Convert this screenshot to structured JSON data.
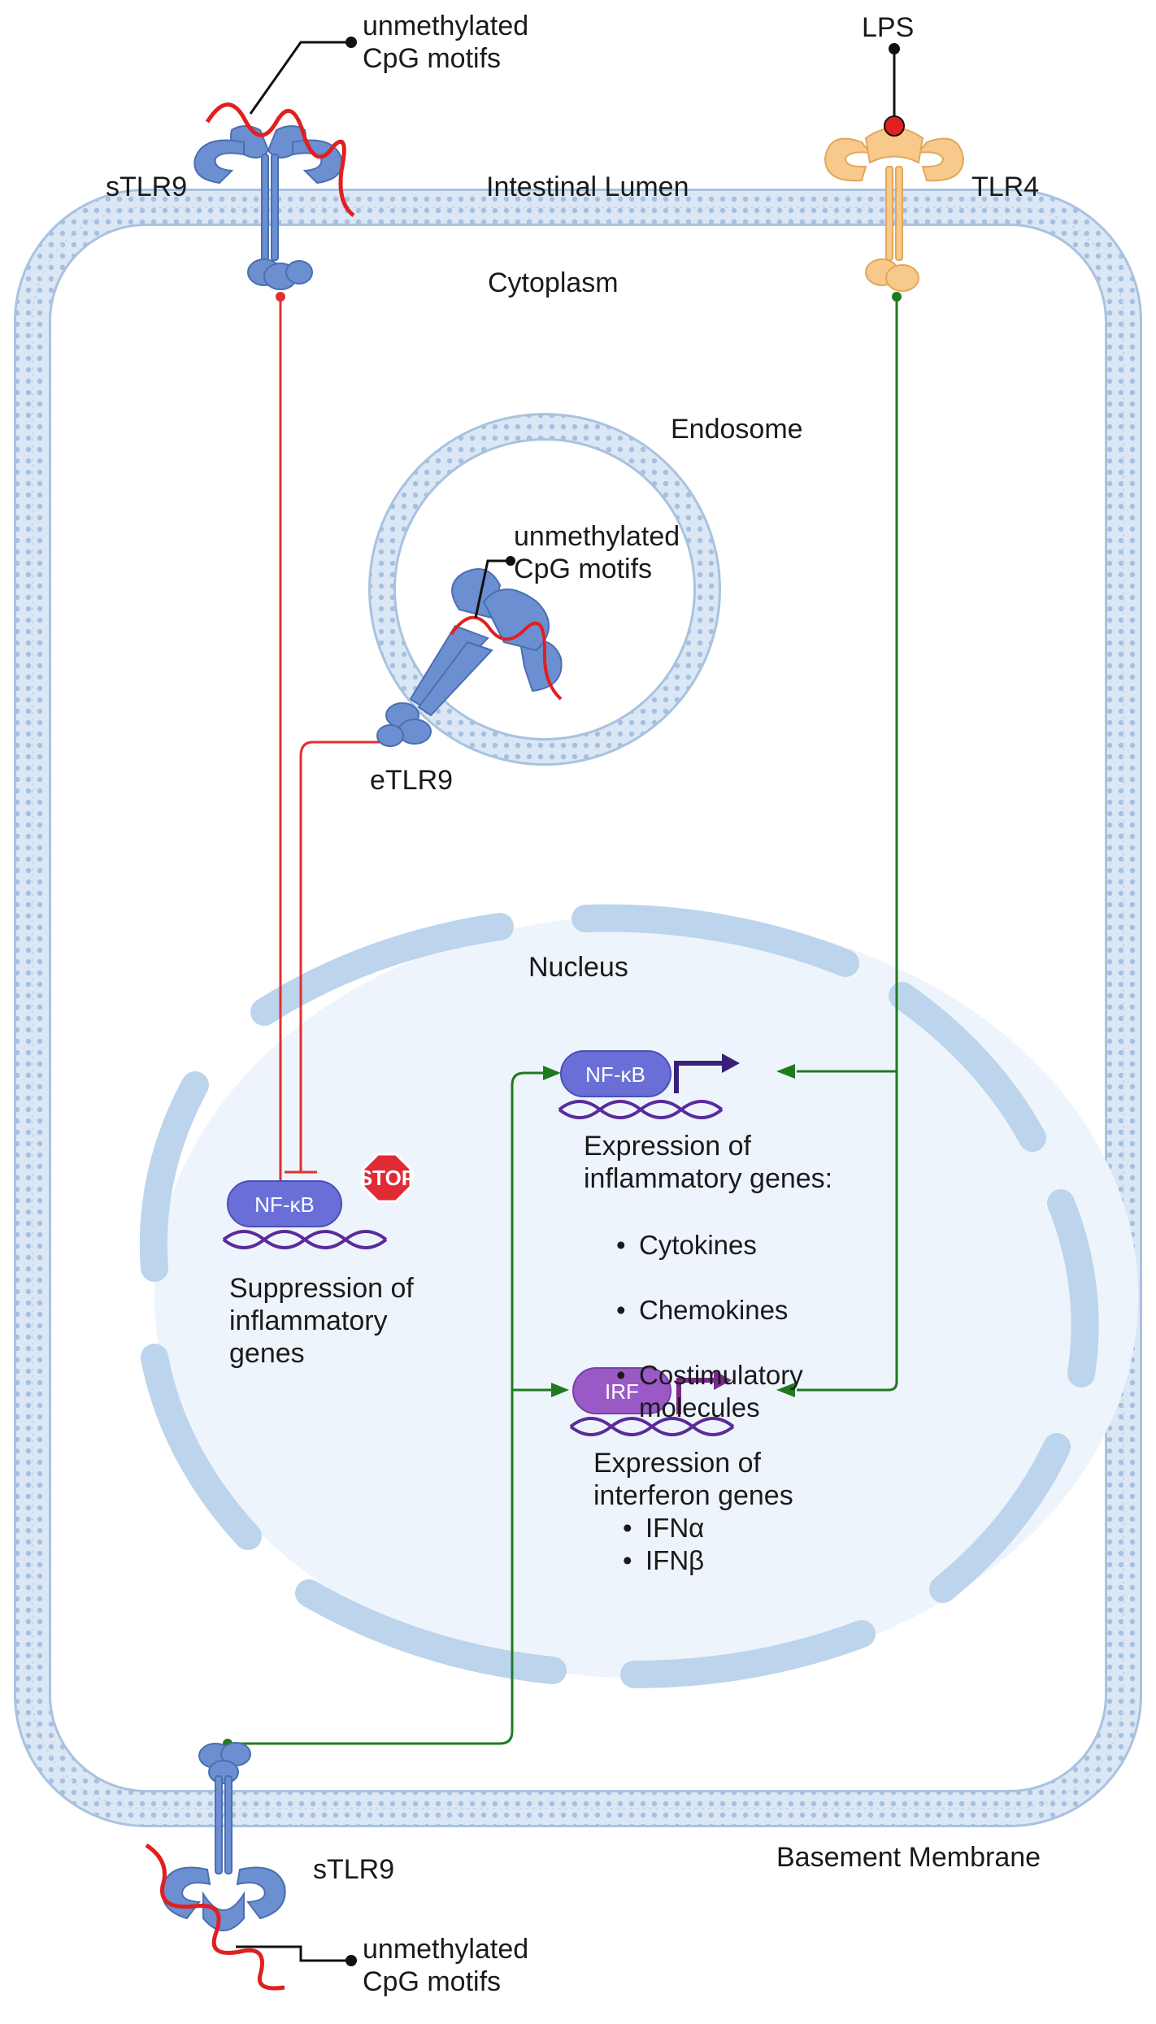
{
  "labels": {
    "cpg_top": "unmethylated\nCpG motifs",
    "stlr9_top": "sTLR9",
    "lps": "LPS",
    "tlr4": "TLR4",
    "intestinal_lumen": "Intestinal Lumen",
    "cytoplasm": "Cytoplasm",
    "endosome": "Endosome",
    "cpg_endosome": "unmethylated\nCpG motifs",
    "etlr9": "eTLR9",
    "nucleus": "Nucleus",
    "nfkb_active": "NF-κB",
    "nfkb_suppressed": "NF-κB",
    "stop": "STOP",
    "irf": "IRF",
    "suppression": "Suppression of\ninflammatory\ngenes",
    "expr_inflam_title": "Expression of\ninflammatory genes:",
    "expr_inflam_items": [
      "Cytokines",
      "Chemokines",
      "Costimulatory\nmolecules"
    ],
    "expr_ifn_title": "Expression of\ninterferon genes",
    "expr_ifn_items": [
      "IFNα",
      "IFNβ"
    ],
    "stlr9_bottom": "sTLR9",
    "basement_membrane": "Basement Membrane",
    "cpg_bottom": "unmethylated\nCpG motifs"
  },
  "colors": {
    "tlr9": "#6b8fd0",
    "tlr4": "#f7c98a",
    "inhibition": "#e03030",
    "activation": "#1f7a1f",
    "membrane": "#a9c2e0",
    "nucleus_fill": "#eef4fb",
    "nuclear_envelope": "#bcd4ec",
    "nfkb": "#6a6fd8",
    "irf": "#9b59c7",
    "dna": "#5a2a9a",
    "stop": "#e02b35"
  }
}
